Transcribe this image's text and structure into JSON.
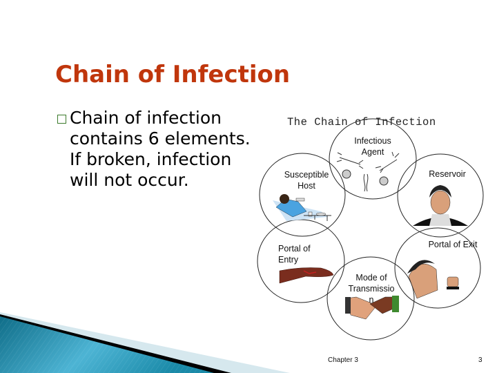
{
  "slide": {
    "title": "Chain of Infection",
    "bullets": [
      {
        "lines": [
          "Chain of infection",
          "contains 6 elements.",
          "If broken, infection",
          "will not occur."
        ]
      }
    ],
    "footer": {
      "chapter": "Chapter 3",
      "page_number": "3"
    },
    "colors": {
      "title": "#c0360c",
      "bullet_marker": "#3a7a2a",
      "swoosh_teal": "#1a8aa8",
      "swoosh_black": "#000000",
      "swoosh_light": "#d6e8ee"
    }
  },
  "diagram": {
    "title": "The Chain of Infection",
    "nodes": [
      {
        "id": "infectious-agent",
        "label": "Infectious\nAgent",
        "icon": "microbes-icon"
      },
      {
        "id": "reservoir",
        "label": "Reservoir",
        "icon": "man-portrait-icon"
      },
      {
        "id": "portal-of-exit",
        "label": "Portal of Exit",
        "icon": "coughing-man-icon"
      },
      {
        "id": "mode-of-transmission",
        "label": "Mode of\nTransmissio\nn",
        "icon": "handshake-icon"
      },
      {
        "id": "portal-of-entry",
        "label": "Portal of\nEntry",
        "icon": "cut-finger-icon"
      },
      {
        "id": "susceptible-host",
        "label": "Susceptible\nHost",
        "icon": "patient-in-bed-icon"
      }
    ]
  }
}
